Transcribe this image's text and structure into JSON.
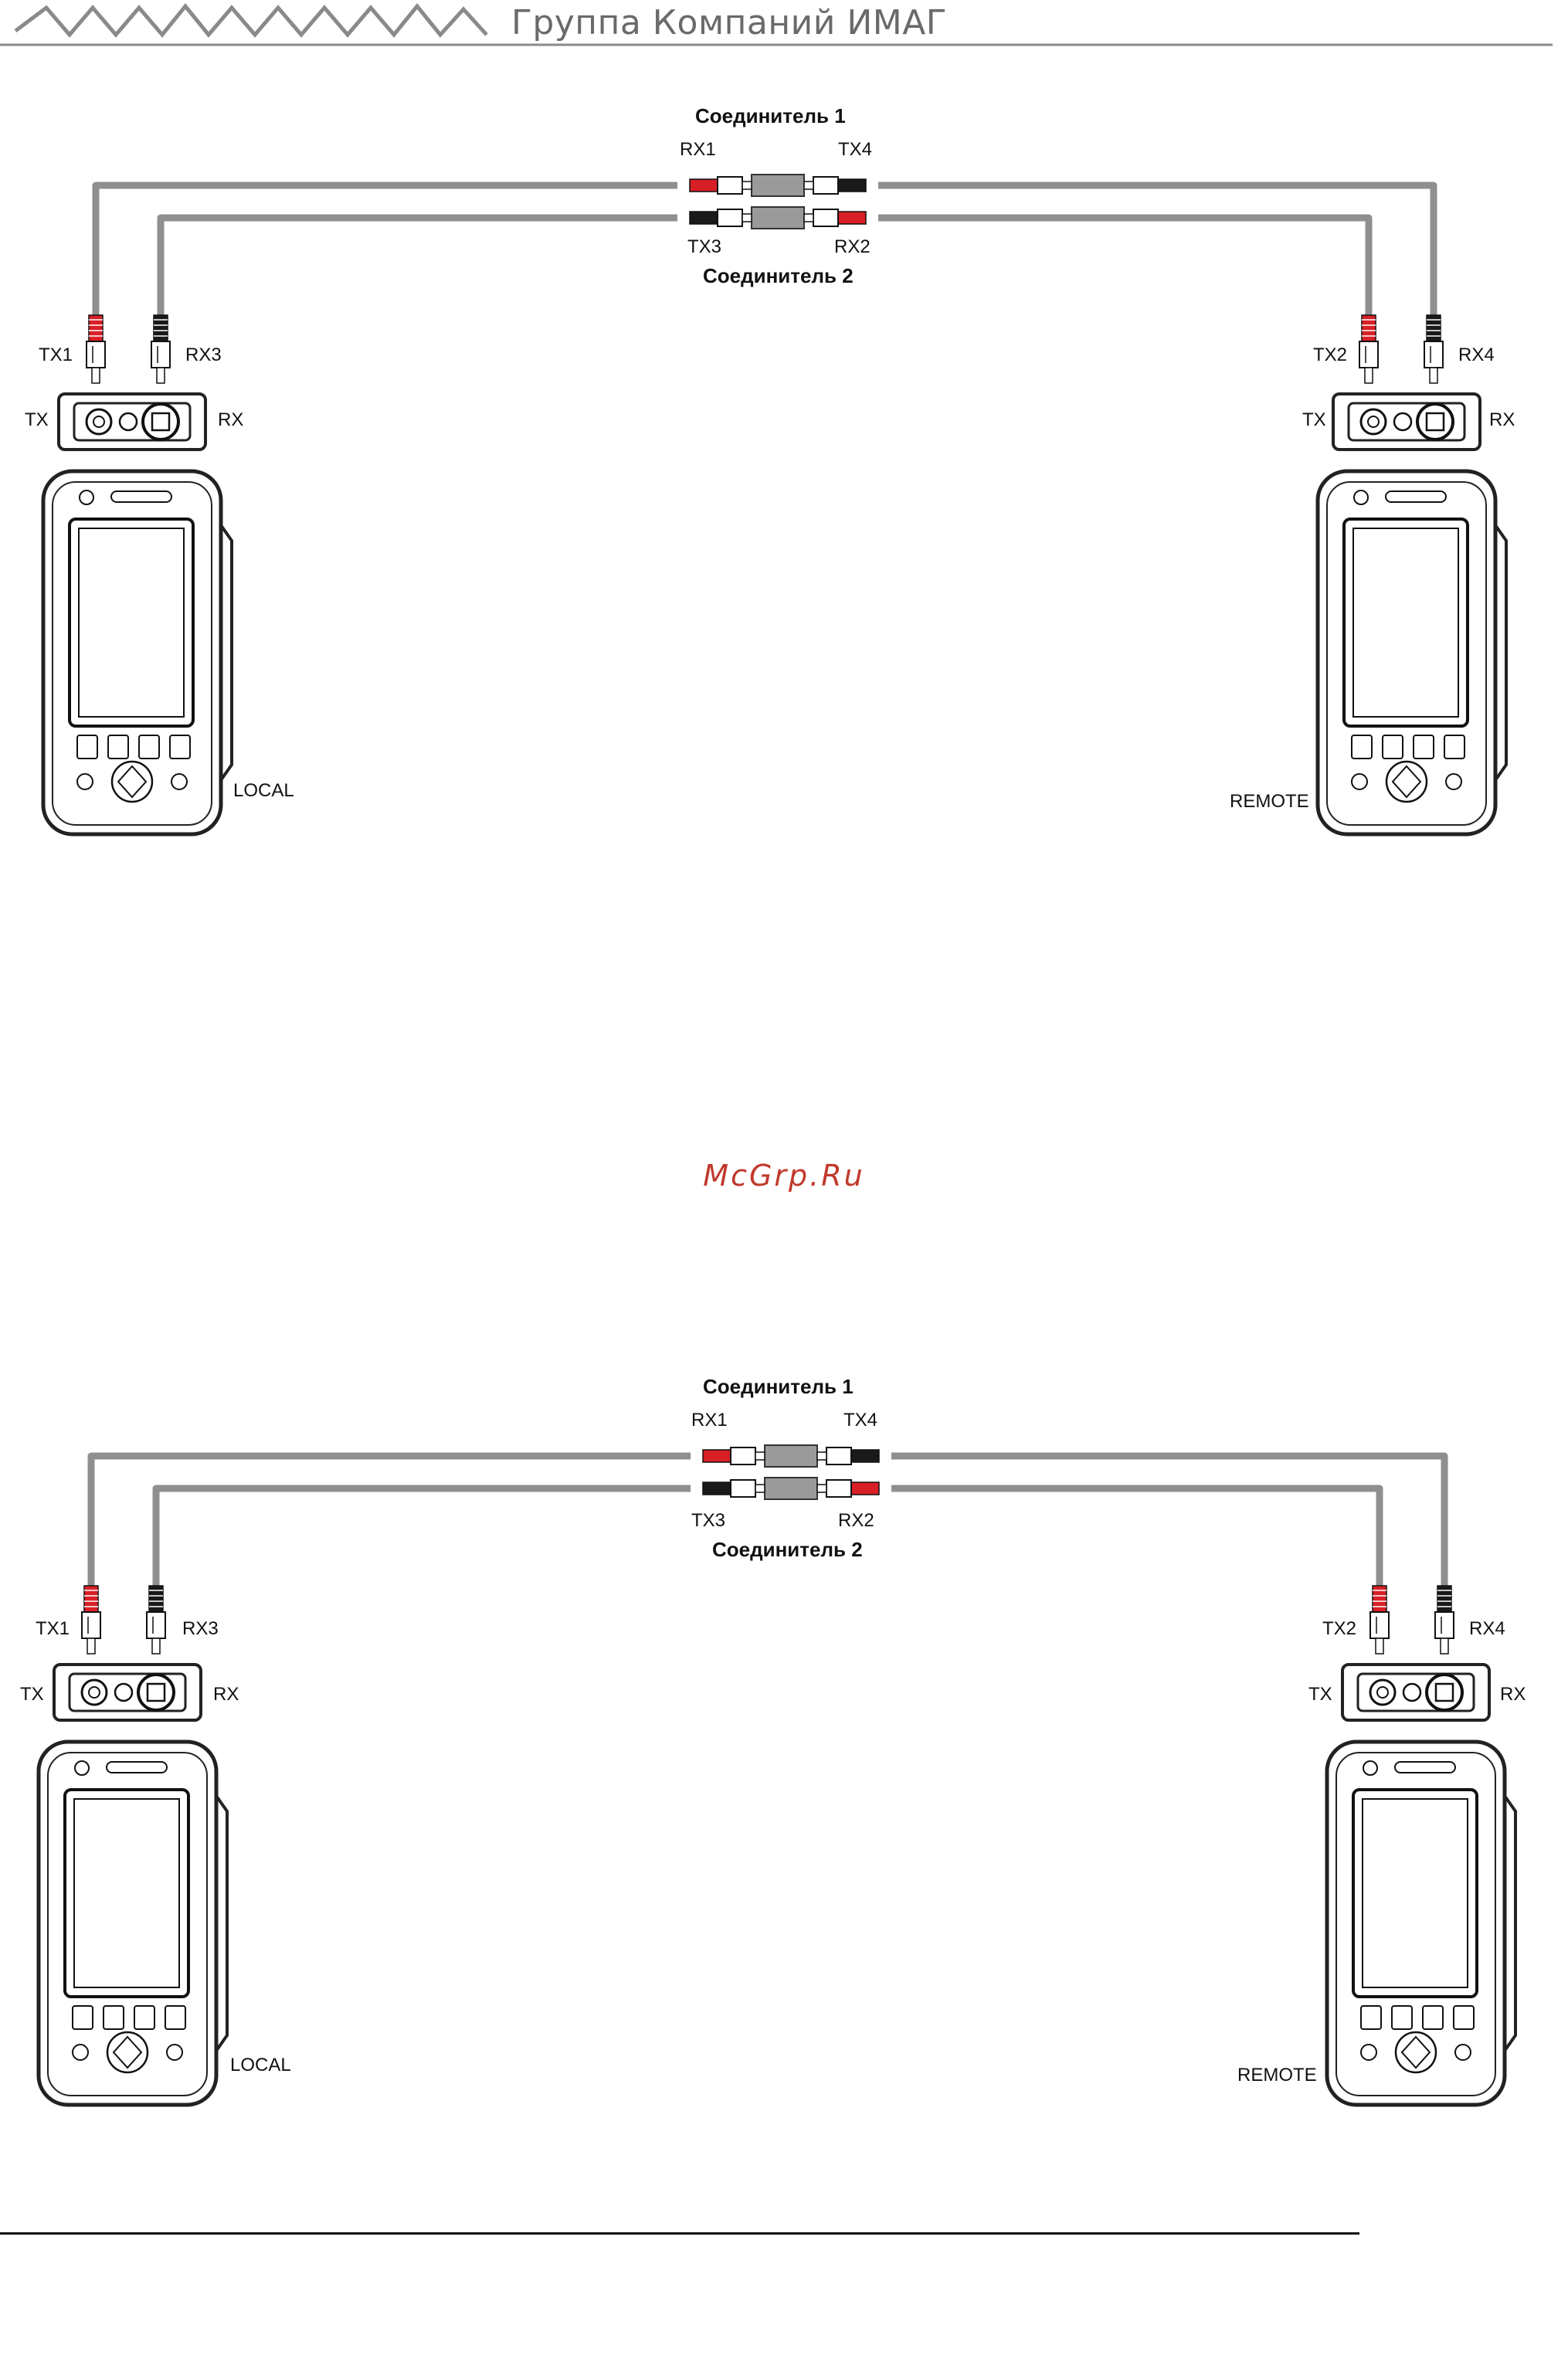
{
  "header": {
    "brand": "Группа Компаний ИМАГ",
    "line_color": "#8a8a8a"
  },
  "watermark": "McGrp.Ru",
  "colors": {
    "cable": "#8f8f8f",
    "connector_red": "#d81f26",
    "connector_black": "#1a1a1a",
    "device_outline": "#222222"
  },
  "diagrams": [
    {
      "coupler_top": "Соединитель 1",
      "coupler_bottom": "Соединитель 2",
      "rx1": "RX1",
      "tx4": "TX4",
      "tx3": "TX3",
      "rx2": "RX2",
      "tx1": "TX1",
      "rx3": "RX3",
      "tx2": "TX2",
      "rx4": "RX4",
      "left_tx": "TX",
      "left_rx": "RX",
      "right_tx": "TX",
      "right_rx": "RX",
      "left_device": "LOCAL",
      "right_device": "REMOTE"
    },
    {
      "coupler_top": "Соединитель 1",
      "coupler_bottom": "Соединитель 2",
      "rx1": "RX1",
      "tx4": "TX4",
      "tx3": "TX3",
      "rx2": "RX2",
      "tx1": "TX1",
      "rx3": "RX3",
      "tx2": "TX2",
      "rx4": "RX4",
      "left_tx": "TX",
      "left_rx": "RX",
      "right_tx": "TX",
      "right_rx": "RX",
      "left_device": "LOCAL",
      "right_device": "REMOTE"
    }
  ]
}
